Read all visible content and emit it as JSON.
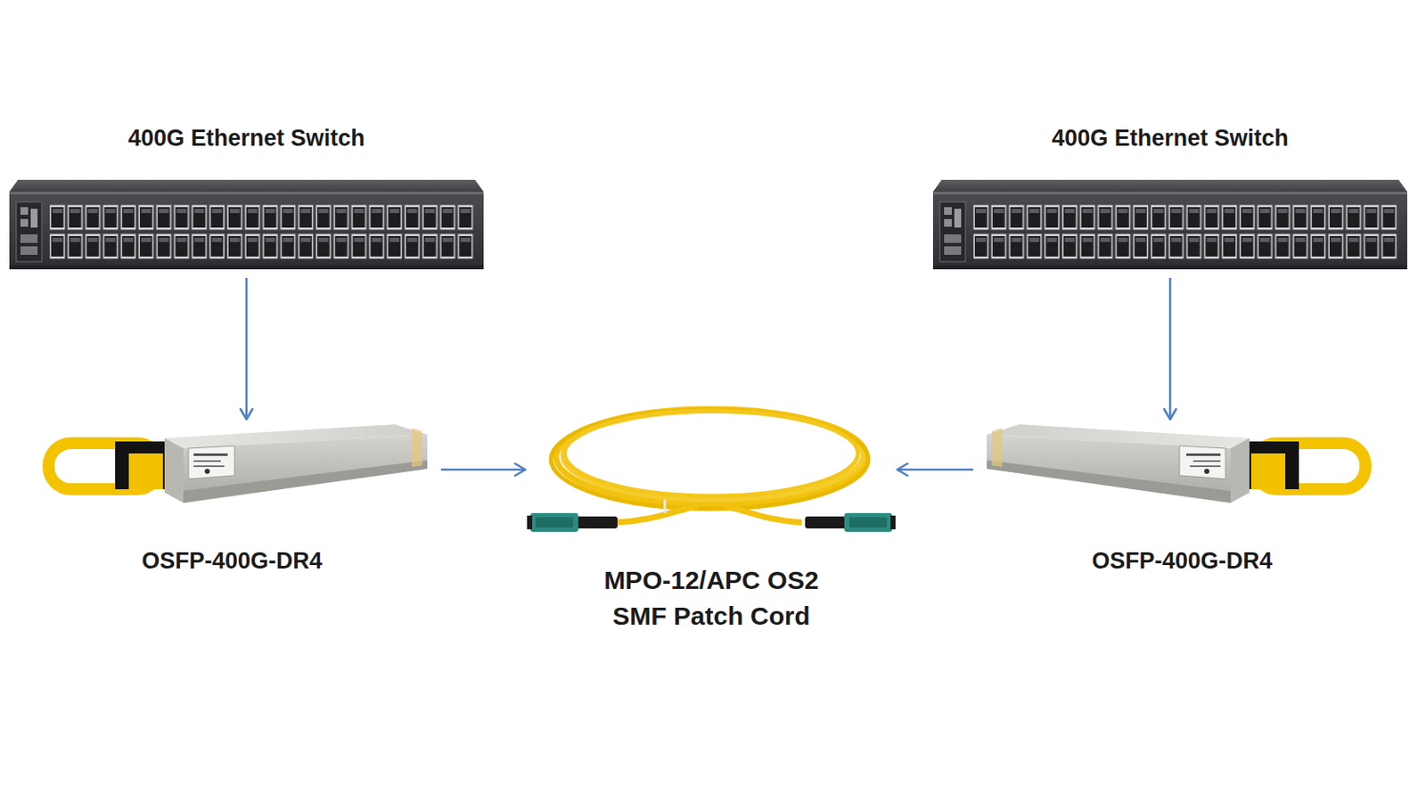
{
  "diagram": {
    "nodes": [
      {
        "text": [
          "400G Ethernet Switch"
        ]
      },
      {
        "text": [
          "400G Ethernet Switch"
        ]
      },
      {
        "text": [
          "OSFP-400G-DR4"
        ]
      },
      {
        "text": [
          "MPO-12/APC OS2 SMF Patch Cord"
        ]
      },
      {
        "text": [
          "OSFP-400G-DR4"
        ]
      }
    ],
    "edges": [
      {
        "from": 0,
        "to": 2,
        "arrow": "to"
      },
      {
        "from": 2,
        "to": 3,
        "arrow": "to"
      },
      {
        "from": 1,
        "to": 4,
        "arrow": "to"
      },
      {
        "from": 4,
        "to": 3,
        "arrow": "to"
      }
    ]
  }
}
